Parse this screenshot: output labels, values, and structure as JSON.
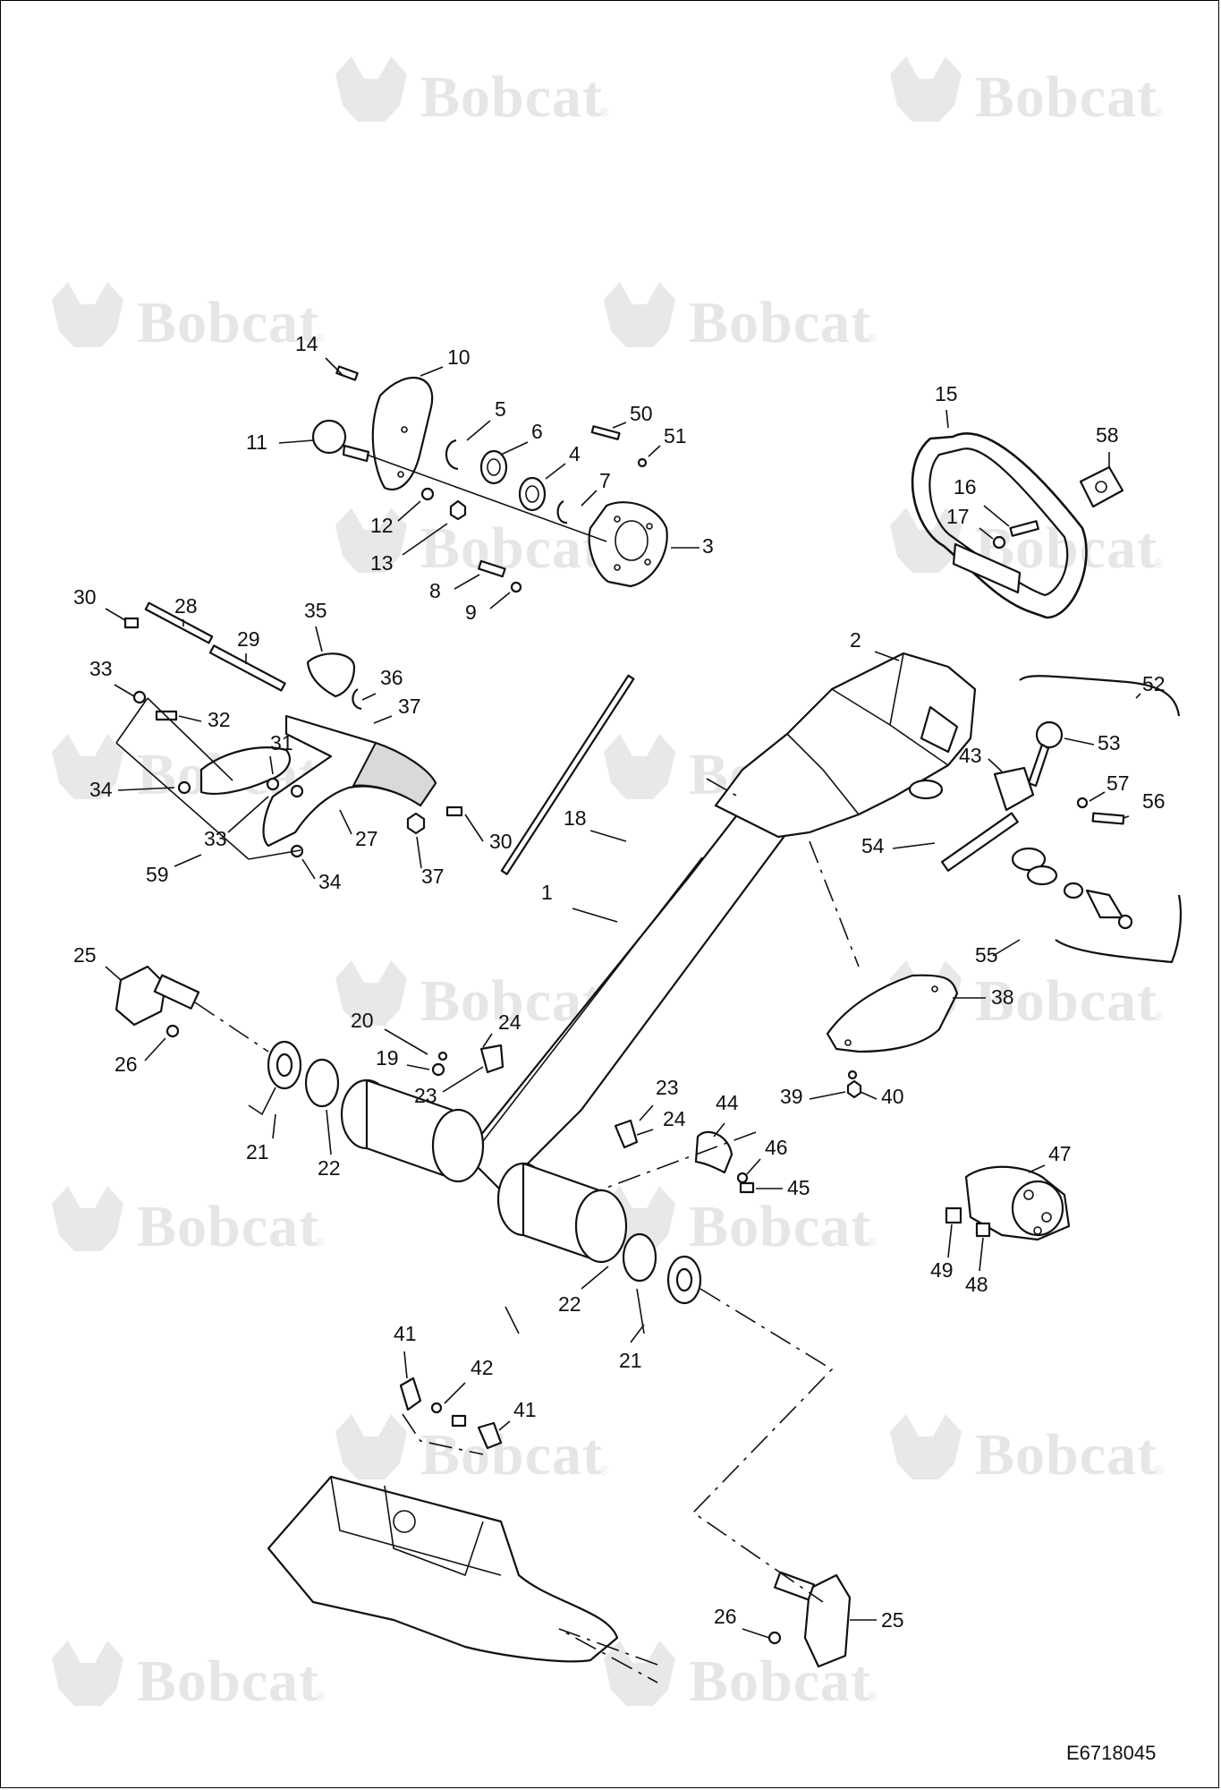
{
  "watermark": {
    "text": "Bobcat",
    "mark": "®"
  },
  "figure_ref": "E6718045",
  "callouts": [
    "14",
    "10",
    "11",
    "5",
    "6",
    "50",
    "51",
    "4",
    "7",
    "12",
    "13",
    "3",
    "8",
    "9",
    "15",
    "58",
    "16",
    "17",
    "30",
    "28",
    "29",
    "35",
    "33",
    "36",
    "32",
    "37",
    "31",
    "34",
    "33",
    "27",
    "30",
    "59",
    "34",
    "37",
    "2",
    "52",
    "53",
    "43",
    "57",
    "56",
    "54",
    "55",
    "18",
    "1",
    "38",
    "39",
    "40",
    "25",
    "26",
    "20",
    "24",
    "19",
    "23",
    "21",
    "22",
    "23",
    "24",
    "44",
    "46",
    "45",
    "47",
    "49",
    "48",
    "22",
    "21",
    "41",
    "42",
    "41",
    "26",
    "25"
  ]
}
